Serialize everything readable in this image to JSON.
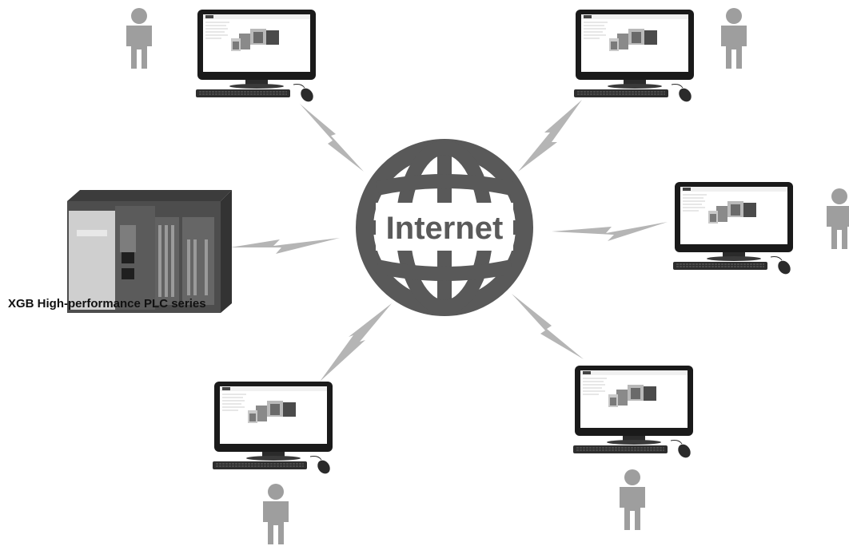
{
  "globe": {
    "label": "Internet"
  },
  "plc": {
    "caption": "XGB High-performance PLC series"
  },
  "colors": {
    "globe": "#595959",
    "person": "#9e9e9e",
    "bolt": "#b5b5b5",
    "monitor": "#1a1a1a",
    "plc_body": "#4a4a4a"
  },
  "stations": [
    {
      "id": "top-left"
    },
    {
      "id": "top-right"
    },
    {
      "id": "right"
    },
    {
      "id": "bottom-left"
    },
    {
      "id": "bottom-right"
    }
  ]
}
